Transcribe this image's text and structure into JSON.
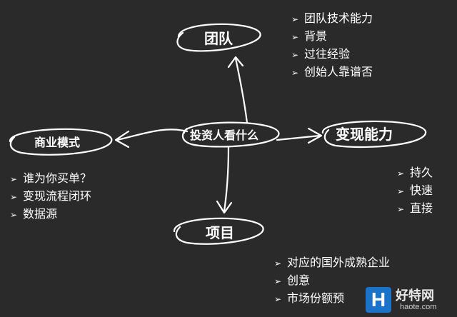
{
  "center": {
    "label": "投资人看什么"
  },
  "team": {
    "label": "团队",
    "items": [
      "团队技术能力",
      "背景",
      "过往经验",
      "创始人靠谱否"
    ]
  },
  "business_model": {
    "label": "商业模式",
    "items": [
      "谁为你买单？",
      "变现流程闭环",
      "数据源"
    ]
  },
  "monetization": {
    "label": "变现能力",
    "items": [
      "持久",
      "快速",
      "直接"
    ]
  },
  "project": {
    "label": "项目",
    "items": [
      "对应的国外成熟企业",
      "创意",
      "市场份额预"
    ]
  },
  "watermark": {
    "badge": "H",
    "name": "好特网",
    "url": "haote.com"
  },
  "colors": {
    "background": "#2a2a2a",
    "stroke": "#ffffff",
    "watermark_badge": "#1a73c9"
  }
}
